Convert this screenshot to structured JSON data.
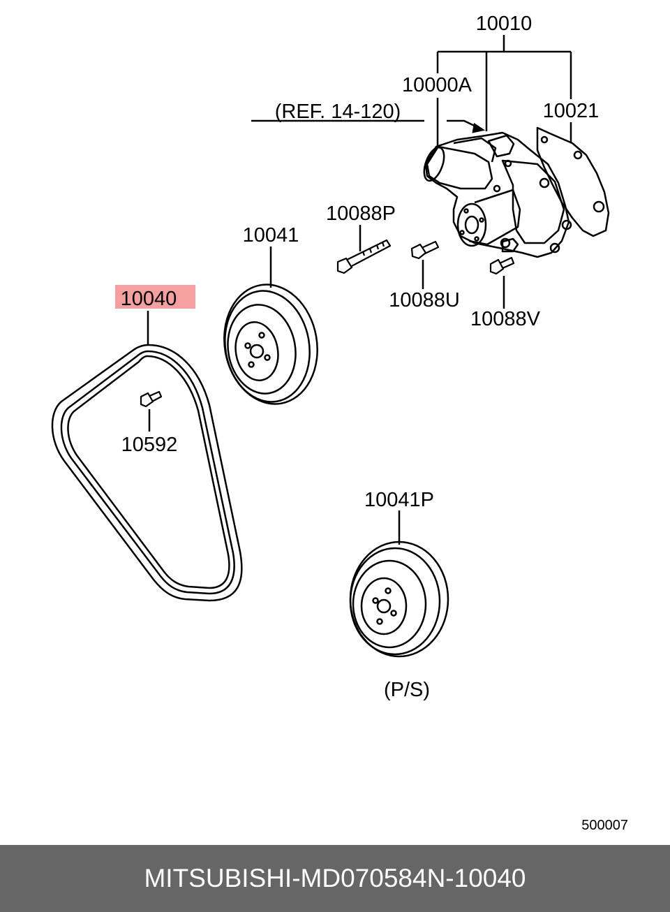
{
  "diagram": {
    "labels": {
      "assy": "10010",
      "pump_body": "10000A",
      "gasket": "10021",
      "ref": "(REF. 14-120)",
      "bolt_p": "10088P",
      "pulley_upper": "10041",
      "belt": "10040",
      "bolt_u": "10088U",
      "bolt_v": "10088V",
      "screw": "10592",
      "pulley_ps": "10041P",
      "ps_note": "(P/S)"
    },
    "drawing_number": "500007",
    "highlight_color": "#f4a0a0"
  },
  "footer": {
    "brand": "MITSUBISHI",
    "sep1": "-",
    "part_number": "MD070584",
    "n_label": "N",
    "sep2": "-",
    "ref_number": "10040"
  }
}
